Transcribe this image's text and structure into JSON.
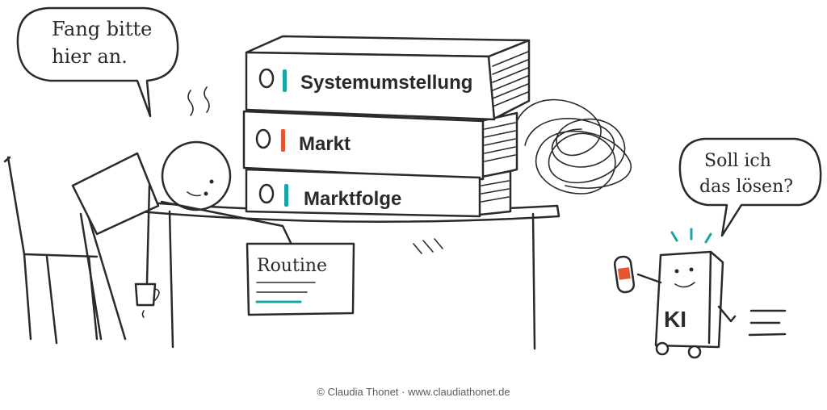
{
  "speech": {
    "left_line1": "Fang bitte",
    "left_line2": "hier an.",
    "right_line1": "Soll ich",
    "right_line2": "das lösen?"
  },
  "binders": [
    {
      "label": "Systemumstellung",
      "accent": "#1aa5a5"
    },
    {
      "label": "Markt",
      "accent": "#e4572e"
    },
    {
      "label": "Marktfolge",
      "accent": "#1aa5a5"
    }
  ],
  "sign": {
    "label": "Routine",
    "accent": "#1aa5a5"
  },
  "robot": {
    "label": "KI",
    "accent": "#1aa5a5",
    "patch_color": "#e4572e"
  },
  "credit": "© Claudia Thonet  ·  www.claudiathonet.de"
}
